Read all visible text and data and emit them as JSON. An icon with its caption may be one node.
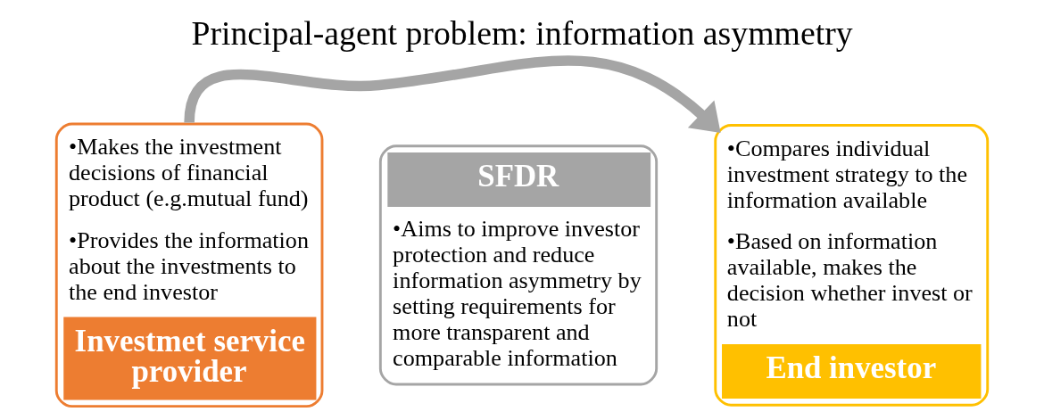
{
  "diagram": {
    "title": "Principal-agent problem: information asymmetry",
    "nodes": [
      {
        "text": [
          "•Makes the investment decisions of financial product (e.g.mutual fund)",
          "•Provides the information about the investments to the end investor",
          "Investmet service provider"
        ]
      },
      {
        "text": [
          "SFDR",
          "•Aims to improve investor protection and reduce information asymmetry by setting requirements for more transparent and comparable information"
        ]
      },
      {
        "text": [
          "•Compares individual investment strategy to the information available",
          "•Based on information available, makes the decision whether invest or not",
          "End investor"
        ]
      }
    ],
    "edges": [
      {
        "from": 0,
        "to": 2,
        "arrow": "to"
      }
    ]
  }
}
